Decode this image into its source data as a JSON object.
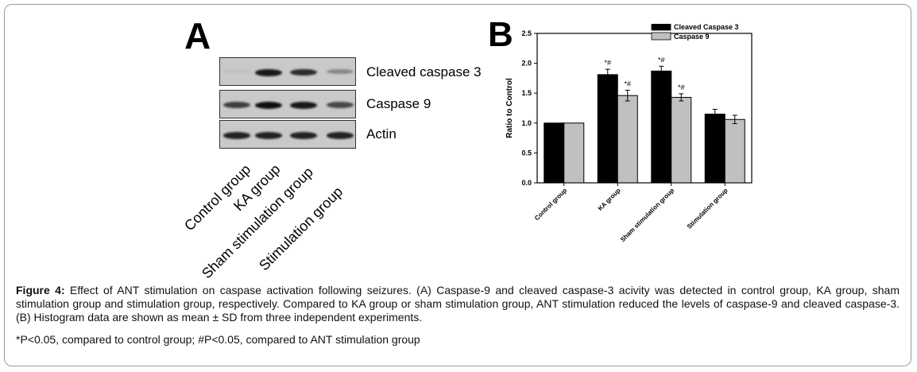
{
  "panel_a": {
    "letter": "A",
    "rows": [
      {
        "label": "Cleaved caspase 3"
      },
      {
        "label": "Caspase 9"
      },
      {
        "label": "Actin"
      }
    ],
    "lanes": [
      "Control group",
      "KA group",
      "Sham stimulation group",
      "Stimulation group"
    ],
    "band_intensity": [
      [
        0.05,
        0.95,
        0.85,
        0.35
      ],
      [
        0.75,
        1.0,
        0.95,
        0.7
      ],
      [
        0.9,
        0.9,
        0.9,
        0.9
      ]
    ]
  },
  "panel_b": {
    "letter": "B"
  },
  "chart_data": {
    "type": "bar",
    "title": "",
    "xlabel": "",
    "ylabel": "Ratio to Control",
    "ylim": [
      0,
      2.5
    ],
    "yticks": [
      "0.0",
      "0.5",
      "1.0",
      "1.5",
      "2.0",
      "2.5"
    ],
    "categories": [
      "Control group",
      "KA group",
      "Sham stimulation group",
      "Stimulation group"
    ],
    "legend_position": "top-right",
    "series": [
      {
        "name": "Cleaved Caspase 3",
        "color": "#000000",
        "values": [
          1.0,
          1.81,
          1.87,
          1.15
        ],
        "errors": [
          0,
          0.09,
          0.08,
          0.08
        ],
        "annotations": [
          "",
          "*#",
          "*#",
          ""
        ]
      },
      {
        "name": "Caspase 9",
        "color": "#c0c0c0",
        "values": [
          1.0,
          1.46,
          1.43,
          1.06
        ],
        "errors": [
          0,
          0.09,
          0.06,
          0.07
        ],
        "annotations": [
          "",
          "*#",
          "*#",
          ""
        ]
      }
    ]
  },
  "caption": {
    "bold": "Figure 4:",
    "text": " Effect of ANT stimulation on caspase activation following seizures. (A) Caspase-9 and cleaved caspase-3 acivity was detected in control group, KA group, sham stimulation group and stimulation group, respectively. Compared to KA group or sham stimulation group, ANT stimulation reduced the levels of caspase-9 and cleaved caspase-3. (B) Histogram data are shown as mean ± SD from three independent experiments.",
    "note": "*P<0.05, compared to control group; #P<0.05, compared to ANT stimulation group"
  }
}
